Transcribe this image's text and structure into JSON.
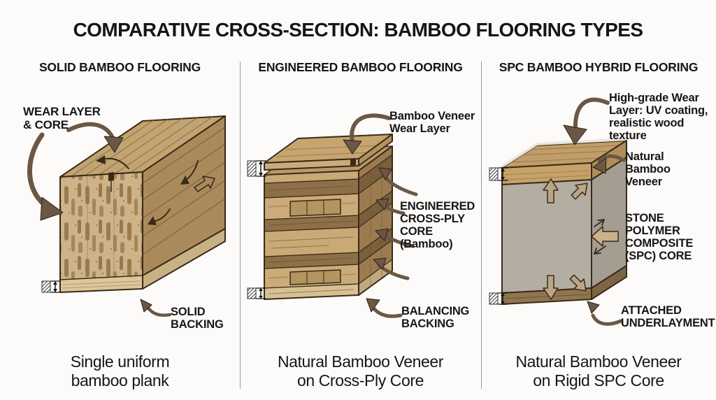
{
  "title": "COMPARATIVE CROSS-SECTION: BAMBOO FLOORING TYPES",
  "panels": [
    {
      "id": "solid",
      "header": "SOLID BAMBOO FLOORING",
      "caption": "Single uniform\nbamboo plank",
      "labels": {
        "wear_core": "WEAR LAYER\n& CORE",
        "backing": "SOLID\nBACKING"
      }
    },
    {
      "id": "engineered",
      "header": "ENGINEERED BAMBOO FLOORING",
      "caption": "Natural Bamboo Veneer\non Cross-Ply Core",
      "labels": {
        "veneer": "Bamboo Veneer\nWear Layer",
        "core": "ENGINEERED\nCROSS-PLY\nCORE\n(Bamboo)",
        "backing": "BALANCING\nBACKING"
      }
    },
    {
      "id": "spc",
      "header": "SPC BAMBOO HYBRID FLOORING",
      "caption": "Natural Bamboo Veneer\non Rigid SPC Core",
      "labels": {
        "wear": "High-grade Wear\nLayer: UV coating,\nrealistic wood\ntexture",
        "veneer": "Natural\nBamboo\nVeneer",
        "core": "STONE\nPOLYMER\nCOMPOSITE\n(SPC) CORE",
        "underlayment": "ATTACHED\nUNDERLAYMENT"
      }
    }
  ],
  "colors": {
    "background": "#fcfbf9",
    "text": "#161616",
    "divider": "#9a9a9a",
    "wood_light": "#c9a976",
    "wood_dark": "#8d6f48",
    "wood_top": "#c2a372",
    "wood_side": "#aa8a5c",
    "backing": "#dcc79d",
    "spc_gray": "#b3ada2",
    "spc_gray_side": "#a39d92",
    "underlayment": "#907650",
    "outline": "#3a2a18",
    "arrow": "#6b5844"
  }
}
